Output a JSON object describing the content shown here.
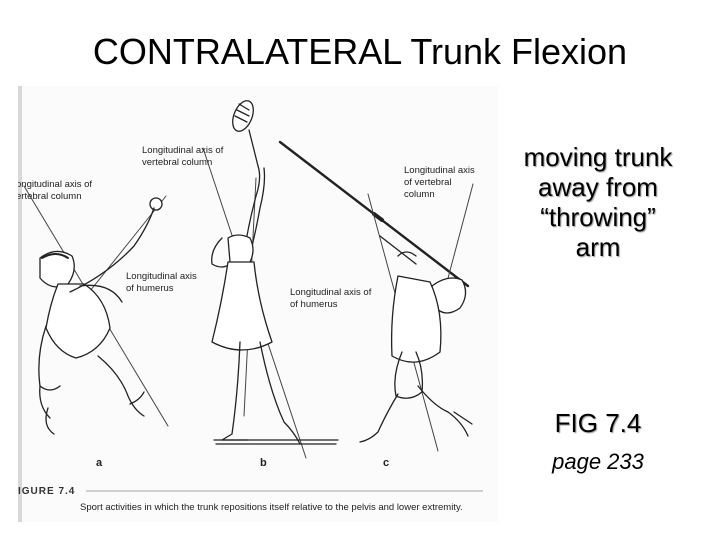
{
  "slide": {
    "title": "CONTRALATERAL Trunk Flexion",
    "description_lines": [
      "moving trunk",
      "away from",
      "“throwing”",
      "arm"
    ],
    "figure_number": "FIG 7.4",
    "page_reference": "page 233"
  },
  "figure": {
    "labels": {
      "a_vertebral": [
        "ongitudinal axis of",
        "ertebral column"
      ],
      "b_vertebral": [
        "Longitudinal axis of",
        "vertebral column"
      ],
      "b_humerus": [
        "Longitudinal axis",
        "of humerus"
      ],
      "c_humerus": [
        "Longitudinal axis of",
        "of humerus"
      ],
      "c_vertebral": [
        "Longitudinal axis",
        "of vertebral",
        "column"
      ]
    },
    "panel_letters": [
      "a",
      "b",
      "c"
    ],
    "caption_label": "IGURE 7.4",
    "caption_text": "Sport activities in which the trunk repositions itself relative to the pelvis and lower extremity."
  }
}
